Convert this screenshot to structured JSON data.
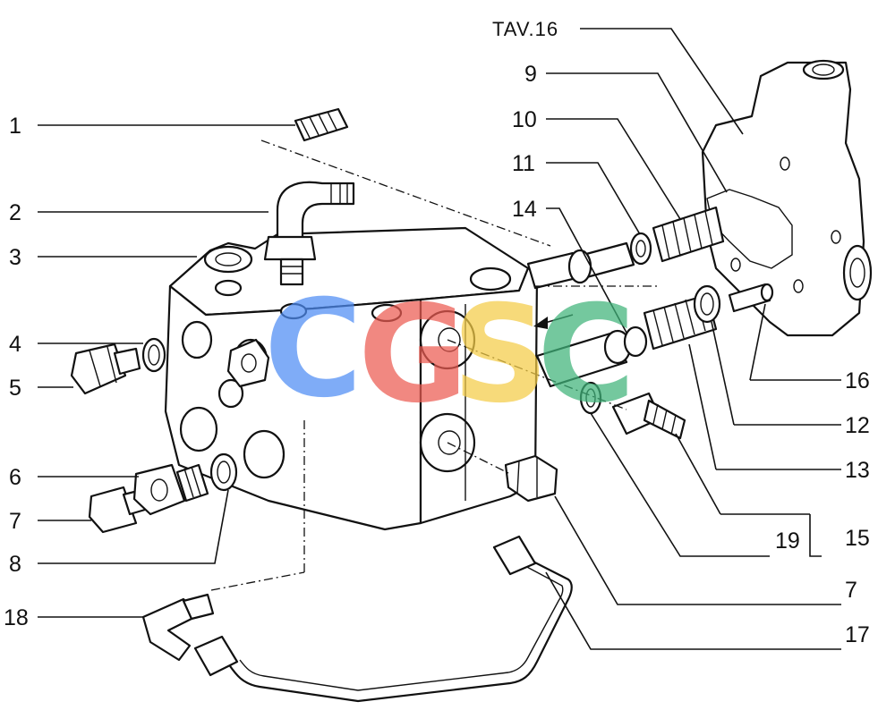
{
  "diagram": {
    "reference_label": "TAV.16",
    "callouts": [
      "1",
      "2",
      "3",
      "4",
      "5",
      "6",
      "7",
      "8",
      "18",
      "9",
      "10",
      "11",
      "14",
      "16",
      "12",
      "13",
      "15",
      "19",
      "7",
      "17"
    ],
    "watermark": {
      "letters": [
        "C",
        "G",
        "S",
        "C"
      ],
      "colors": [
        "#4e8df5",
        "#ec5b52",
        "#f5cd47",
        "#3fb37a"
      ]
    }
  }
}
